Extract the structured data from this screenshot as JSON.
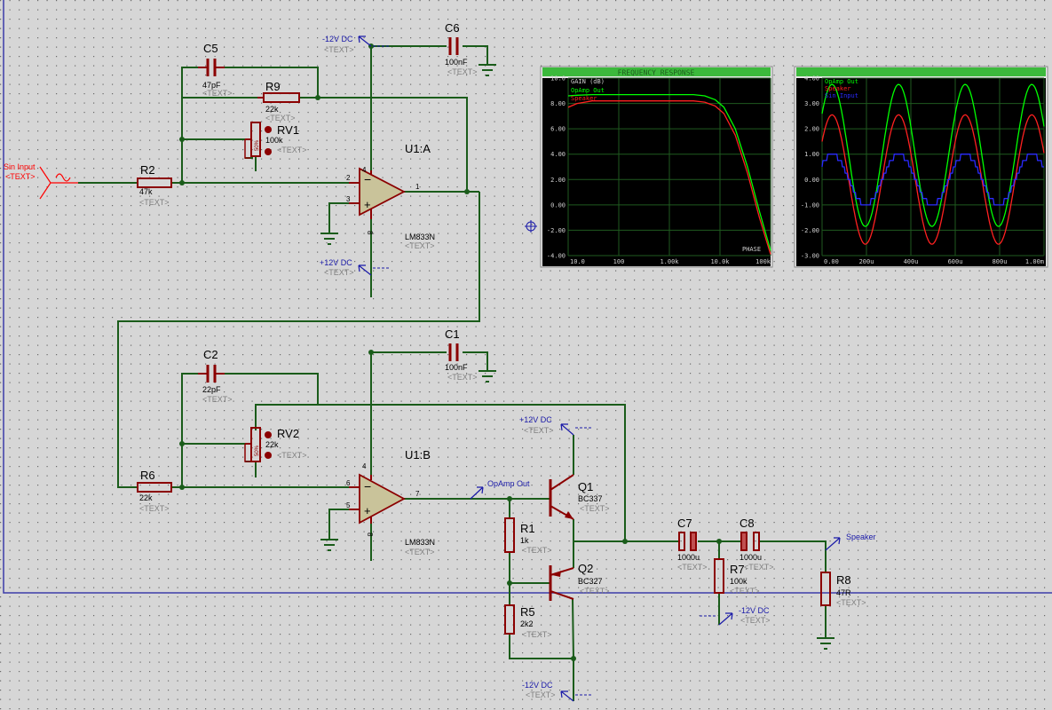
{
  "schematic": {
    "input": {
      "label": "Sin Input",
      "text": "<TEXT>"
    },
    "text_placeholder": "<TEXT>",
    "components": {
      "c5": {
        "ref": "C5",
        "value": "47pF"
      },
      "c6": {
        "ref": "C6",
        "value": "100nF"
      },
      "r9": {
        "ref": "R9",
        "value": "22k"
      },
      "rv1": {
        "ref": "RV1",
        "value": "100k",
        "dial": "50%"
      },
      "r2": {
        "ref": "R2",
        "value": "47k"
      },
      "u1a": {
        "ref": "U1:A",
        "part": "LM833N"
      },
      "c1": {
        "ref": "C1",
        "value": "100nF"
      },
      "c2": {
        "ref": "C2",
        "value": "22pF"
      },
      "rv2": {
        "ref": "RV2",
        "value": "22k",
        "dial": "50%"
      },
      "r6": {
        "ref": "R6",
        "value": "22k"
      },
      "u1b": {
        "ref": "U1:B",
        "part": "LM833N"
      },
      "q1": {
        "ref": "Q1",
        "part": "BC337"
      },
      "q2": {
        "ref": "Q2",
        "part": "BC327"
      },
      "r1": {
        "ref": "R1",
        "value": "1k"
      },
      "r5": {
        "ref": "R5",
        "value": "2k2"
      },
      "c7": {
        "ref": "C7",
        "value": "1000u"
      },
      "c8": {
        "ref": "C8",
        "value": "1000u"
      },
      "r7": {
        "ref": "R7",
        "value": "100k"
      },
      "r8": {
        "ref": "R8",
        "value": "47R"
      }
    },
    "pins": {
      "u1a": [
        "4",
        "2",
        "3",
        "1",
        "8"
      ],
      "u1b": [
        "4",
        "6",
        "5",
        "7",
        "8"
      ]
    },
    "power": {
      "neg12": "-12V DC",
      "pos12": "+12V DC"
    },
    "net_labels": {
      "opamp_out": "OpAmp Out",
      "speaker": "Speaker"
    }
  },
  "colors": {
    "wire": "#1a5c1a",
    "component": "#8b0000",
    "ref": "#000000",
    "hidden_text": "#808080",
    "terminal": "#1a1aa8",
    "input": "#ff0000",
    "opamp_fill": "#c9c39a",
    "graph_bg": "#000000",
    "graph_title_bar": "#3cb93c"
  },
  "chart_data": [
    {
      "type": "line",
      "title": "FREQUENCY RESPONSE",
      "ylabel": "GAIN (dB)",
      "x_scale": "log",
      "x_ticks": [
        "10.0",
        "100",
        "1.00k",
        "10.0k",
        "100k"
      ],
      "y_ticks": [
        "10.0",
        "8.00",
        "6.00",
        "4.00",
        "2.00",
        "0.00",
        "-2.00",
        "-4.00"
      ],
      "xlim": [
        10,
        100000
      ],
      "ylim": [
        -4,
        10
      ],
      "annotation": "PHASE",
      "x": [
        10,
        15,
        30,
        100,
        1000,
        3000,
        5000,
        8000,
        12000,
        20000,
        35000,
        60000,
        100000
      ],
      "series": [
        {
          "name": "OpAmp Out",
          "color": "#00ff00",
          "values": [
            8.6,
            8.65,
            8.7,
            8.7,
            8.7,
            8.7,
            8.6,
            8.3,
            7.7,
            6.0,
            3.0,
            -0.5,
            -3.6
          ]
        },
        {
          "name": "Speaker",
          "color": "#ff2020",
          "values": [
            7.7,
            8.0,
            8.2,
            8.2,
            8.2,
            8.2,
            8.1,
            7.8,
            7.2,
            5.5,
            2.5,
            -1.0,
            -3.9
          ]
        }
      ]
    },
    {
      "type": "line",
      "x_ticks": [
        "0.00",
        "200u",
        "400u",
        "600u",
        "800u",
        "1.00m"
      ],
      "y_ticks": [
        "4.00",
        "3.00",
        "2.00",
        "1.00",
        "0.00",
        "-1.00",
        "-2.00",
        "-3.00"
      ],
      "xlim": [
        0,
        0.001
      ],
      "ylim": [
        -3,
        4
      ],
      "series": [
        {
          "name": "OpAmp Out",
          "color": "#00ff00",
          "amplitude": 2.8,
          "offset": 0.95,
          "frequency_hz": 3333
        },
        {
          "name": "Speaker",
          "color": "#ff2020",
          "amplitude": 2.55,
          "offset": 0.0,
          "frequency_hz": 3333
        },
        {
          "name": "Sin Input",
          "color": "#2a2aff",
          "amplitude": 1.0,
          "offset": 0.0,
          "frequency_hz": 3333
        }
      ]
    }
  ]
}
